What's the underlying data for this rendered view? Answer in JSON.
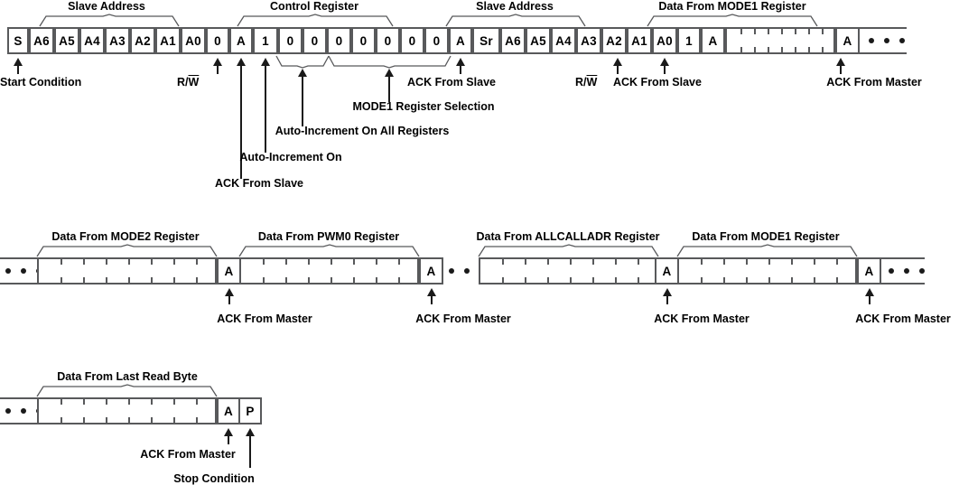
{
  "diagram": {
    "title": "I2C Read Sequence Timing Diagram",
    "colors": {
      "line": "#58595b",
      "text": "#000000",
      "arrow": "#1a1a1a"
    },
    "glyphs": {
      "start": "S",
      "repeated_start": "Sr",
      "stop": "P",
      "ack": "A",
      "bit_zero": "0",
      "bit_one": "1",
      "addr_a6": "A6",
      "addr_a5": "A5",
      "addr_a4": "A4",
      "addr_a3": "A3",
      "addr_a2": "A2",
      "addr_a1": "A1",
      "addr_a0": "A0"
    },
    "rows": [
      {
        "id": "row-1",
        "top_braces": [
          {
            "label": "Slave Address"
          },
          {
            "label": "Control Register"
          },
          {
            "label": "Slave Address"
          },
          {
            "label": "Data From MODE1 Register"
          }
        ],
        "cells": [
          {
            "name": "start-condition-cell",
            "text": "S"
          },
          {
            "name": "slave-address-bit-a6",
            "text": "A6"
          },
          {
            "name": "slave-address-bit-a5",
            "text": "A5"
          },
          {
            "name": "slave-address-bit-a4",
            "text": "A4"
          },
          {
            "name": "slave-address-bit-a3",
            "text": "A3"
          },
          {
            "name": "slave-address-bit-a2",
            "text": "A2"
          },
          {
            "name": "slave-address-bit-a1",
            "text": "A1"
          },
          {
            "name": "slave-address-bit-a0",
            "text": "A0"
          },
          {
            "name": "read-write-bit",
            "text": "0"
          },
          {
            "name": "ack-cell-1",
            "text": "A"
          },
          {
            "name": "control-bit-7",
            "text": "1"
          },
          {
            "name": "control-bit-6",
            "text": "0"
          },
          {
            "name": "control-bit-5",
            "text": "0"
          },
          {
            "name": "control-bit-4",
            "text": "0"
          },
          {
            "name": "control-bit-3",
            "text": "0"
          },
          {
            "name": "control-bit-2",
            "text": "0"
          },
          {
            "name": "control-bit-1",
            "text": "0"
          },
          {
            "name": "control-bit-0",
            "text": "0"
          },
          {
            "name": "ack-cell-2",
            "text": "A"
          },
          {
            "name": "repeated-start-cell",
            "text": "Sr"
          },
          {
            "name": "slave-address2-bit-a6",
            "text": "A6"
          },
          {
            "name": "slave-address2-bit-a5",
            "text": "A5"
          },
          {
            "name": "slave-address2-bit-a4",
            "text": "A4"
          },
          {
            "name": "slave-address2-bit-a3",
            "text": "A3"
          },
          {
            "name": "slave-address2-bit-a2",
            "text": "A2"
          },
          {
            "name": "slave-address2-bit-a1",
            "text": "A1"
          },
          {
            "name": "slave-address2-bit-a0",
            "text": "A0"
          },
          {
            "name": "read-write-bit-2",
            "text": "1"
          },
          {
            "name": "ack-cell-3",
            "text": "A"
          },
          {
            "name": "ack-cell-4",
            "text": "A"
          }
        ],
        "bottom_braces": [
          {
            "label": "Auto-Increment On All Registers"
          },
          {
            "label": "MODE1 Register Selection"
          }
        ],
        "annotations": [
          {
            "name": "annotation-start-condition",
            "label": "Start Condition"
          },
          {
            "name": "annotation-read-write",
            "label": "R/W",
            "overline_char": "W"
          },
          {
            "name": "annotation-ack-from-slave-1",
            "label": "ACK From Slave"
          },
          {
            "name": "annotation-auto-increment-on",
            "label": "Auto-Increment On"
          },
          {
            "name": "annotation-auto-increment-all",
            "label": "Auto-Increment On All Registers"
          },
          {
            "name": "annotation-mode1-register-selection",
            "label": "MODE1 Register Selection"
          },
          {
            "name": "annotation-ack-from-slave-2",
            "label": "ACK From Slave"
          },
          {
            "name": "annotation-read-write-2",
            "label": "R/W",
            "overline_char": "W"
          },
          {
            "name": "annotation-ack-from-slave-3",
            "label": "ACK From Slave"
          },
          {
            "name": "annotation-ack-from-master-1",
            "label": "ACK From Master"
          }
        ]
      },
      {
        "id": "row-2",
        "top_braces": [
          {
            "label": "Data From MODE2 Register"
          },
          {
            "label": "Data From PWM0 Register"
          },
          {
            "label": "Data From ALLCALLADR Register"
          },
          {
            "label": "Data From MODE1 Register"
          }
        ],
        "ack_cells": [
          {
            "name": "ack-cell-mode2",
            "text": "A"
          },
          {
            "name": "ack-cell-pwm0",
            "text": "A"
          },
          {
            "name": "ack-cell-allcalladr",
            "text": "A"
          },
          {
            "name": "ack-cell-mode1",
            "text": "A"
          }
        ],
        "annotations": [
          {
            "name": "annotation-ack-from-master-2",
            "label": "ACK From Master"
          },
          {
            "name": "annotation-ack-from-master-3",
            "label": "ACK From Master"
          },
          {
            "name": "annotation-ack-from-master-4",
            "label": "ACK From Master"
          },
          {
            "name": "annotation-ack-from-master-5",
            "label": "ACK From Master"
          }
        ]
      },
      {
        "id": "row-3",
        "top_braces": [
          {
            "label": "Data From Last Read Byte"
          }
        ],
        "cells": [
          {
            "name": "ack-cell-last-read",
            "text": "A"
          },
          {
            "name": "stop-condition-cell",
            "text": "P"
          }
        ],
        "annotations": [
          {
            "name": "annotation-ack-from-master-6",
            "label": "ACK From Master"
          },
          {
            "name": "annotation-stop-condition",
            "label": "Stop Condition"
          }
        ]
      }
    ]
  }
}
